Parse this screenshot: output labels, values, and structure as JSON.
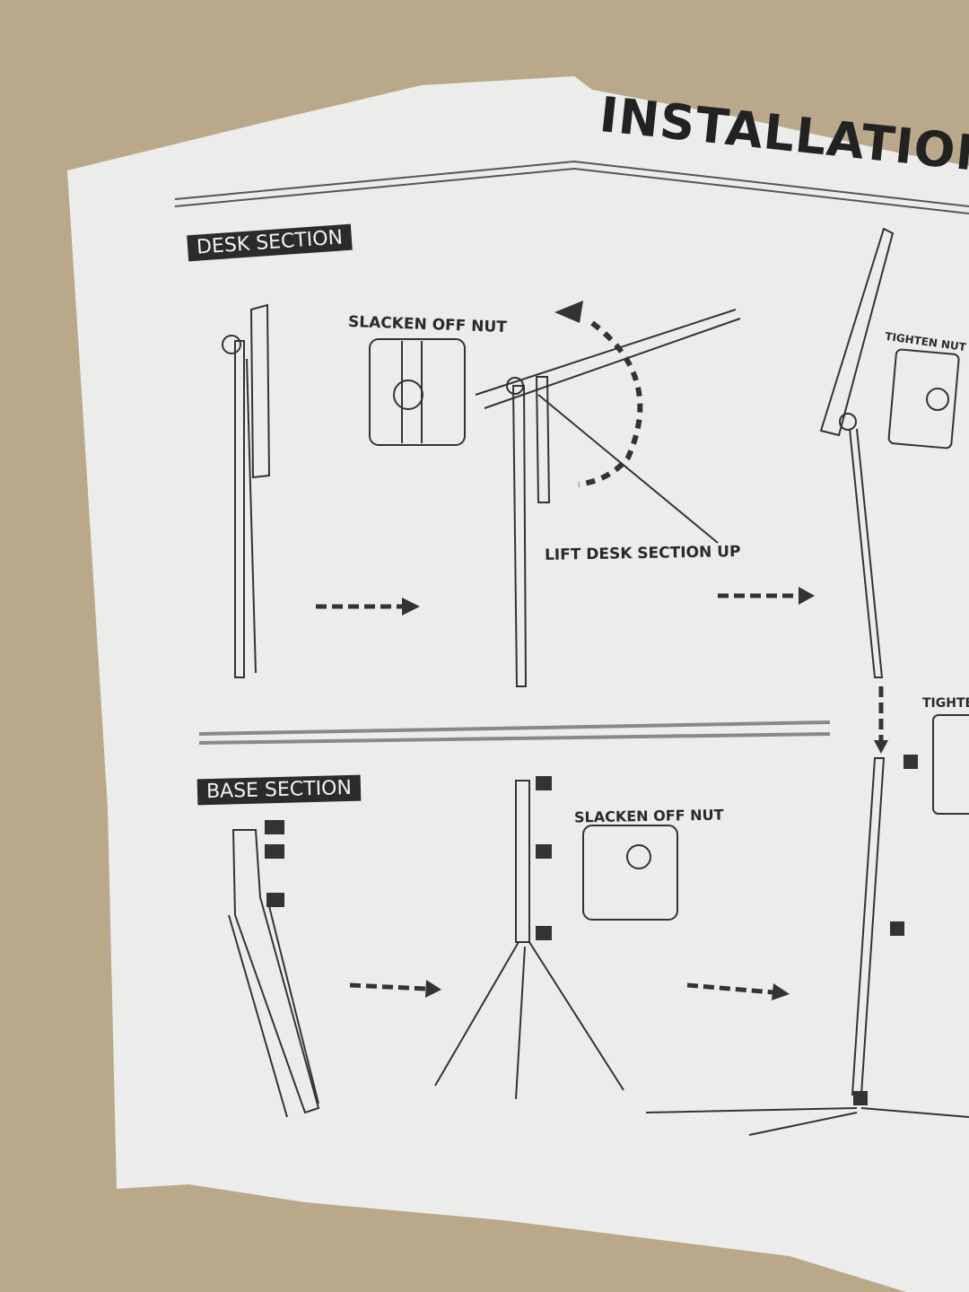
{
  "title": "INSTALLATION GUID",
  "sections": {
    "desk": {
      "label": "DESK SECTION",
      "steps": [
        "SLACKEN OFF NUT",
        "LIFT DESK SECTION UP",
        "TIGHTEN NUT"
      ]
    },
    "base": {
      "label": "BASE SECTION",
      "steps": [
        "SLACKEN OFF NUT",
        "TIGHTEN"
      ]
    }
  },
  "colors": {
    "background": "#b9a98a",
    "paper": "#ecedeb",
    "ink": "#2b2b2b"
  }
}
